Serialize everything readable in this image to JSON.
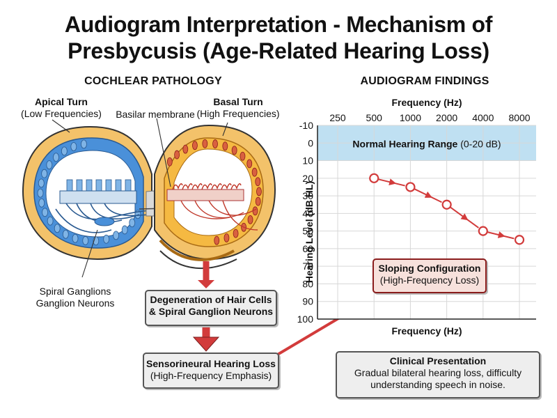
{
  "title": {
    "line1": "Audiogram Interpretation - Mechanism of",
    "line2": "Presbycusis (Age-Related Hearing Loss)"
  },
  "left": {
    "heading": "COCHLEAR PATHOLOGY",
    "apical_turn": "Apical Turn",
    "apical_sub": "(Low Frequencies)",
    "basilar": "Basilar membrane",
    "basal_turn": "Basal Turn",
    "basal_sub": "(High Frequencies)",
    "spiral_1": "Spiral Ganglions",
    "spiral_2": "Ganglion Neurons",
    "degeneration_1": "Degeneration of Hair Cells",
    "degeneration_2": "& Spiral Ganglion Neurons",
    "snhl_1": "Sensorineural Hearing Loss",
    "snhl_2": "(High-Frequency Emphasis)"
  },
  "right": {
    "heading": "AUDIOGRAM FINDINGS",
    "sloping_1": "Sloping Configuration",
    "sloping_2": "(High-Frequency Loss)",
    "clinical_title": "Clinical Presentation",
    "clinical_1": "Gradual bilateral hearing loss, difficulty",
    "clinical_2": "understanding speech in noise."
  },
  "colors": {
    "apical_blue": "#4a90d9",
    "basal_orange": "#f5b942",
    "pathology_red": "#d23b3b",
    "normal_band": "#bfe0f2",
    "grid": "#d7d7d7"
  },
  "chart_data": {
    "type": "line",
    "title": "Frequency (Hz)",
    "xlabel": "Frequency (Hz)",
    "ylabel": "Hearing Level (dB HL)",
    "x_scale": "log",
    "x": [
      250,
      500,
      1000,
      2000,
      4000,
      8000
    ],
    "x_tick_labels": [
      "250",
      "500",
      "1000",
      "2000",
      "4000",
      "8000"
    ],
    "y_ticks": [
      -10,
      0,
      10,
      20,
      30,
      40,
      50,
      60,
      70,
      80,
      90,
      100
    ],
    "ylim": [
      -10,
      100
    ],
    "y_inverted": true,
    "grid": true,
    "normal_range": {
      "label": "Normal Hearing Range",
      "label_range": "(0-20 dB)",
      "from": -10,
      "to": 10
    },
    "series": [
      {
        "x": [
          500,
          1000,
          2000,
          4000,
          8000
        ],
        "values": [
          20,
          25,
          35,
          50,
          55
        ],
        "color": "#d23b3b"
      }
    ]
  }
}
